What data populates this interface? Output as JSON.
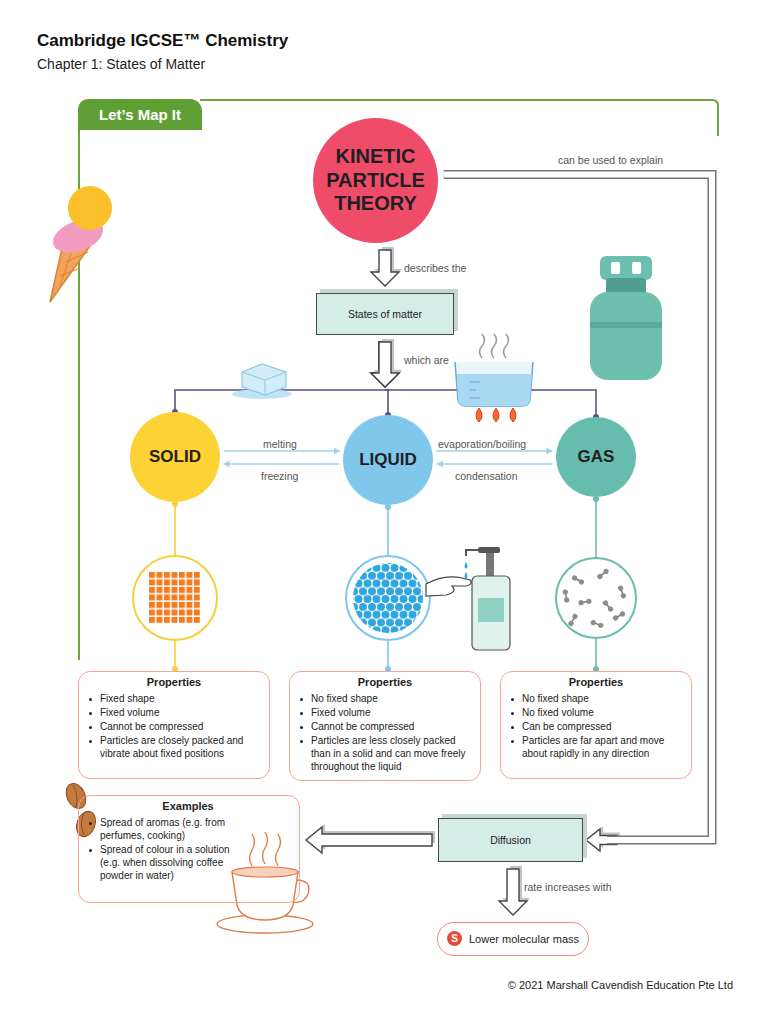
{
  "diagram": {
    "title": "Cambridge IGCSE™ Chemistry",
    "nodes": [
      {
        "text": [
          "Let’s Map It"
        ]
      },
      {
        "text": [
          "KINETIC PARTICLE THEORY"
        ]
      },
      {
        "text": [
          "States of matter"
        ]
      },
      {
        "text": [
          "SOLID"
        ]
      },
      {
        "text": [
          "LIQUID"
        ]
      },
      {
        "text": [
          "GAS"
        ]
      },
      {
        "text": [
          "Properties",
          "Fixed shape",
          "Fixed volume",
          "Cannot be compressed",
          "Particles are closely packed and vibrate about fixed positions"
        ]
      },
      {
        "text": [
          "Properties",
          "No fixed shape",
          "Fixed volume",
          "Cannot be compressed",
          "Particles are less closely packed than in a solid and can move freely throughout the liquid"
        ]
      },
      {
        "text": [
          "Properties",
          "No fixed shape",
          "No fixed volume",
          "Can be compressed",
          "Particles are far apart and move about rapidly in any direction"
        ]
      },
      {
        "text": [
          "Examples",
          "Spread of aromas (e.g. from perfumes, cooking)",
          "Spread of colour in a solution (e.g. when dissolving coffee powder in water)"
        ]
      },
      {
        "text": [
          "Diffusion"
        ]
      },
      {
        "text": [
          "Lower molecular mass"
        ]
      }
    ],
    "edges": [
      {
        "from": 1,
        "to": 2,
        "label": "describes the",
        "arrow": "to"
      },
      {
        "from": 2,
        "to": 3,
        "arrow": "to"
      },
      {
        "from": 2,
        "to": 4,
        "label": "which are",
        "arrow": "to"
      },
      {
        "from": 2,
        "to": 5,
        "arrow": "to"
      },
      {
        "from": 3,
        "to": 4,
        "label": "melting",
        "arrow": "to"
      },
      {
        "from": 4,
        "to": 3,
        "label": "freezing",
        "arrow": "to"
      },
      {
        "from": 4,
        "to": 5,
        "label": "evaporation/boiling",
        "arrow": "to"
      },
      {
        "from": 5,
        "to": 4,
        "label": "condensation",
        "arrow": "to"
      },
      {
        "from": 3,
        "to": 6,
        "arrow": "none"
      },
      {
        "from": 4,
        "to": 7,
        "arrow": "none"
      },
      {
        "from": 5,
        "to": 8,
        "arrow": "none"
      },
      {
        "from": 1,
        "to": 10,
        "label": "can be used to explain",
        "arrow": "to"
      },
      {
        "from": 10,
        "to": 9,
        "arrow": "to"
      },
      {
        "from": 10,
        "to": 11,
        "label": "rate increases with",
        "arrow": "to"
      }
    ],
    "labels": [
      "Chapter 1: States of Matter",
      "S",
      "© 2021 Marshall Cavendish Education Pte Ltd"
    ]
  }
}
